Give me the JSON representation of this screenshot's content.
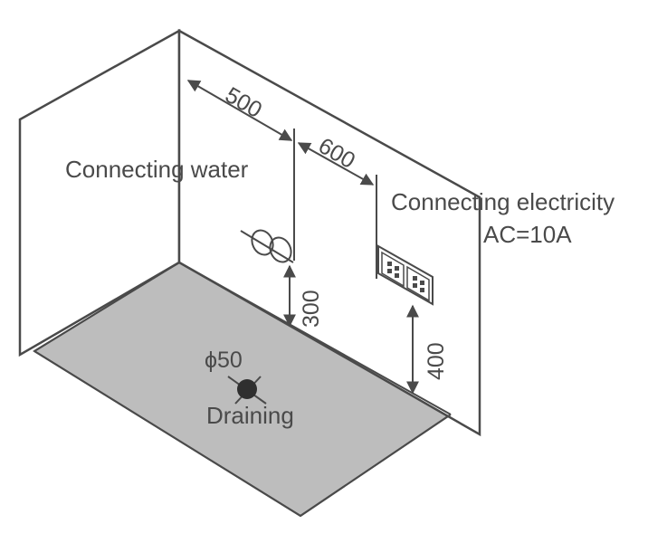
{
  "labels": {
    "water": "Connecting water",
    "electricity": "Connecting electricity",
    "current": "AC=10A",
    "drain": "Draining",
    "drain_size": "ϕ50"
  },
  "dimensions": {
    "water_from_corner": "500",
    "water_to_socket": "600",
    "water_height": "300",
    "socket_height": "400"
  },
  "colors": {
    "line": "#4a4a4a",
    "floor": "#bdbdbd",
    "wall": "#ffffff"
  }
}
